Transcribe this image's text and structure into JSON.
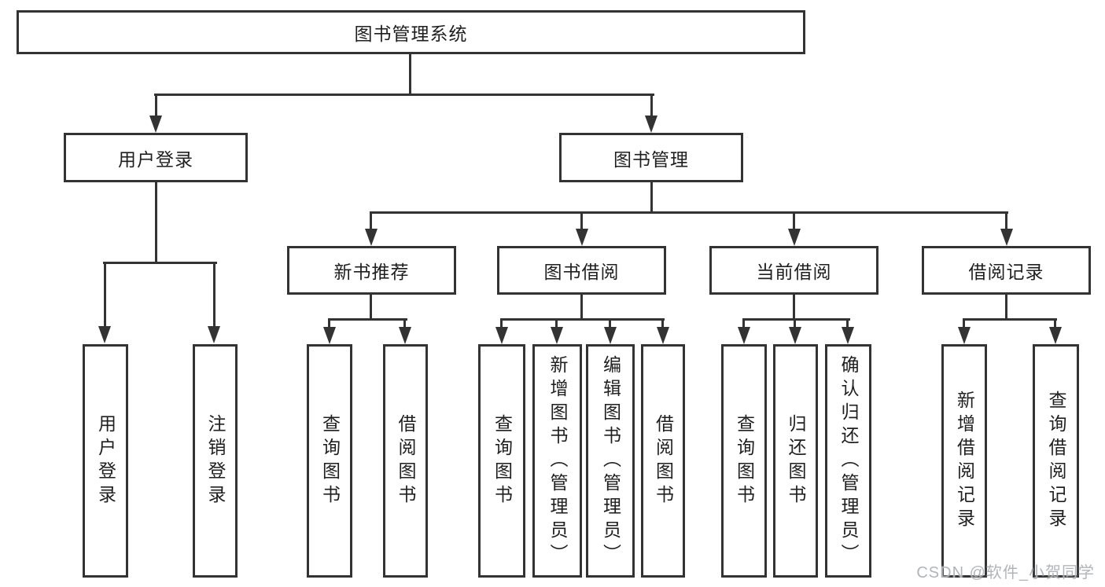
{
  "tree": {
    "label": "图书管理系统",
    "children": [
      {
        "label": "用户登录",
        "children": [
          {
            "label": "用户登录"
          },
          {
            "label": "注销登录"
          }
        ]
      },
      {
        "label": "图书管理",
        "children": [
          {
            "label": "新书推荐",
            "children": [
              {
                "label": "查询图书"
              },
              {
                "label": "借阅图书"
              }
            ]
          },
          {
            "label": "图书借阅",
            "children": [
              {
                "label": "查询图书"
              },
              {
                "label": "新增图书（管理员）"
              },
              {
                "label": "编辑图书（管理员）"
              },
              {
                "label": "借阅图书"
              }
            ]
          },
          {
            "label": "当前借阅",
            "children": [
              {
                "label": "查询图书"
              },
              {
                "label": "归还图书"
              },
              {
                "label": "确认归还（管理员）"
              }
            ]
          },
          {
            "label": "借阅记录",
            "children": [
              {
                "label": "新增借阅记录"
              },
              {
                "label": "查询借阅记录"
              }
            ]
          }
        ]
      }
    ]
  },
  "watermark": {
    "text": "CSDN @软件_小贺同学"
  },
  "colors": {
    "line": "#333333",
    "text": "#1f1f1f",
    "background": "#ffffff",
    "watermark": "#acb1b6"
  }
}
